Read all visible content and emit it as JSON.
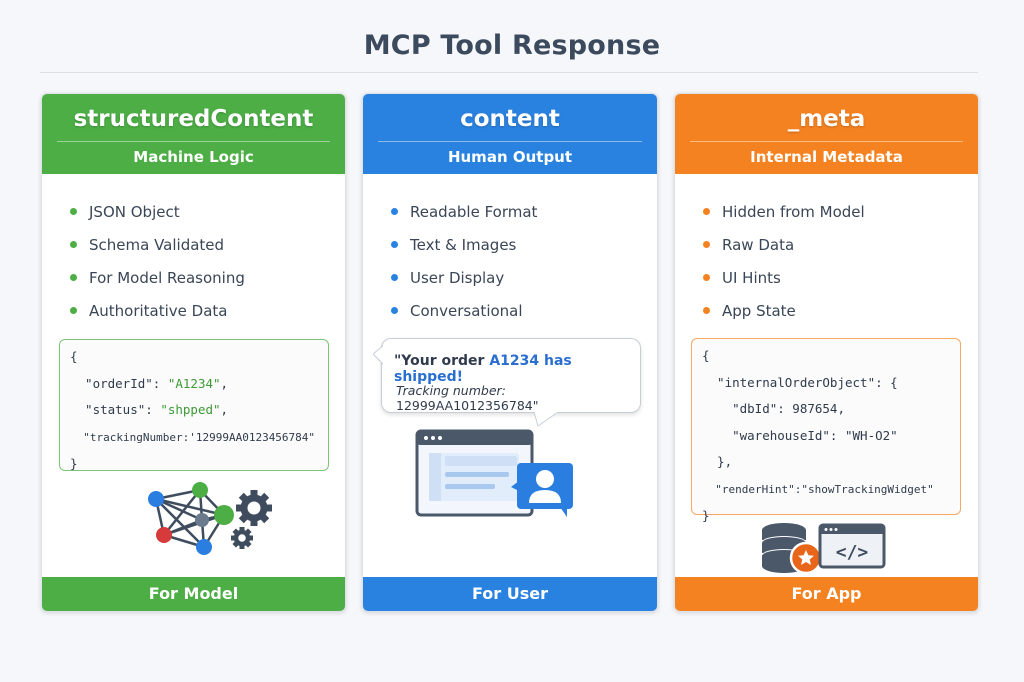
{
  "title": "MCP Tool Response",
  "cards": [
    {
      "key": "structuredContent",
      "subtitle": "Machine Logic",
      "color": "#4cae45",
      "bullets": [
        "JSON Object",
        "Schema Validated",
        "For Model Reasoning",
        "Authoritative Data"
      ],
      "code": {
        "open": "{",
        "orderId_key": "  \"orderId\": ",
        "orderId_val": "\"A1234\"",
        "status_key": "  \"status\": ",
        "status_val": "\"shpped\"",
        "tracking_key": "  \"trackingNumber:",
        "tracking_val": "'12999AA0123456784\"",
        "close": "}"
      },
      "icon": "network-gears-icon",
      "footer": "For Model"
    },
    {
      "key": "content",
      "subtitle": "Human Output",
      "color": "#2a82e0",
      "bullets": [
        "Readable Format",
        "Text & Images",
        "User Display",
        "Conversational"
      ],
      "bubble": {
        "prefix": "\"Your order ",
        "highlight": "A1234 has shipped!",
        "tracking_label": "Tracking number:",
        "tracking_value": " 12999AA1012356784\""
      },
      "icon": "browser-user-chat-icon",
      "footer": "For User"
    },
    {
      "key": "_meta",
      "subtitle": "Internal Metadata",
      "color": "#f58220",
      "bullets": [
        "Hidden from Model",
        "Raw Data",
        "UI Hints",
        "App State"
      ],
      "code": {
        "lines": [
          "{",
          "  \"internalOrderObject\": {",
          "    \"dbId\": 987654,",
          "    \"warehouseId\": \"WH-O2\"",
          "  },",
          "  \"renderHint\":\"showTrackingWidget\"",
          "}"
        ]
      },
      "icon": "database-code-icon",
      "footer": "For App"
    }
  ]
}
